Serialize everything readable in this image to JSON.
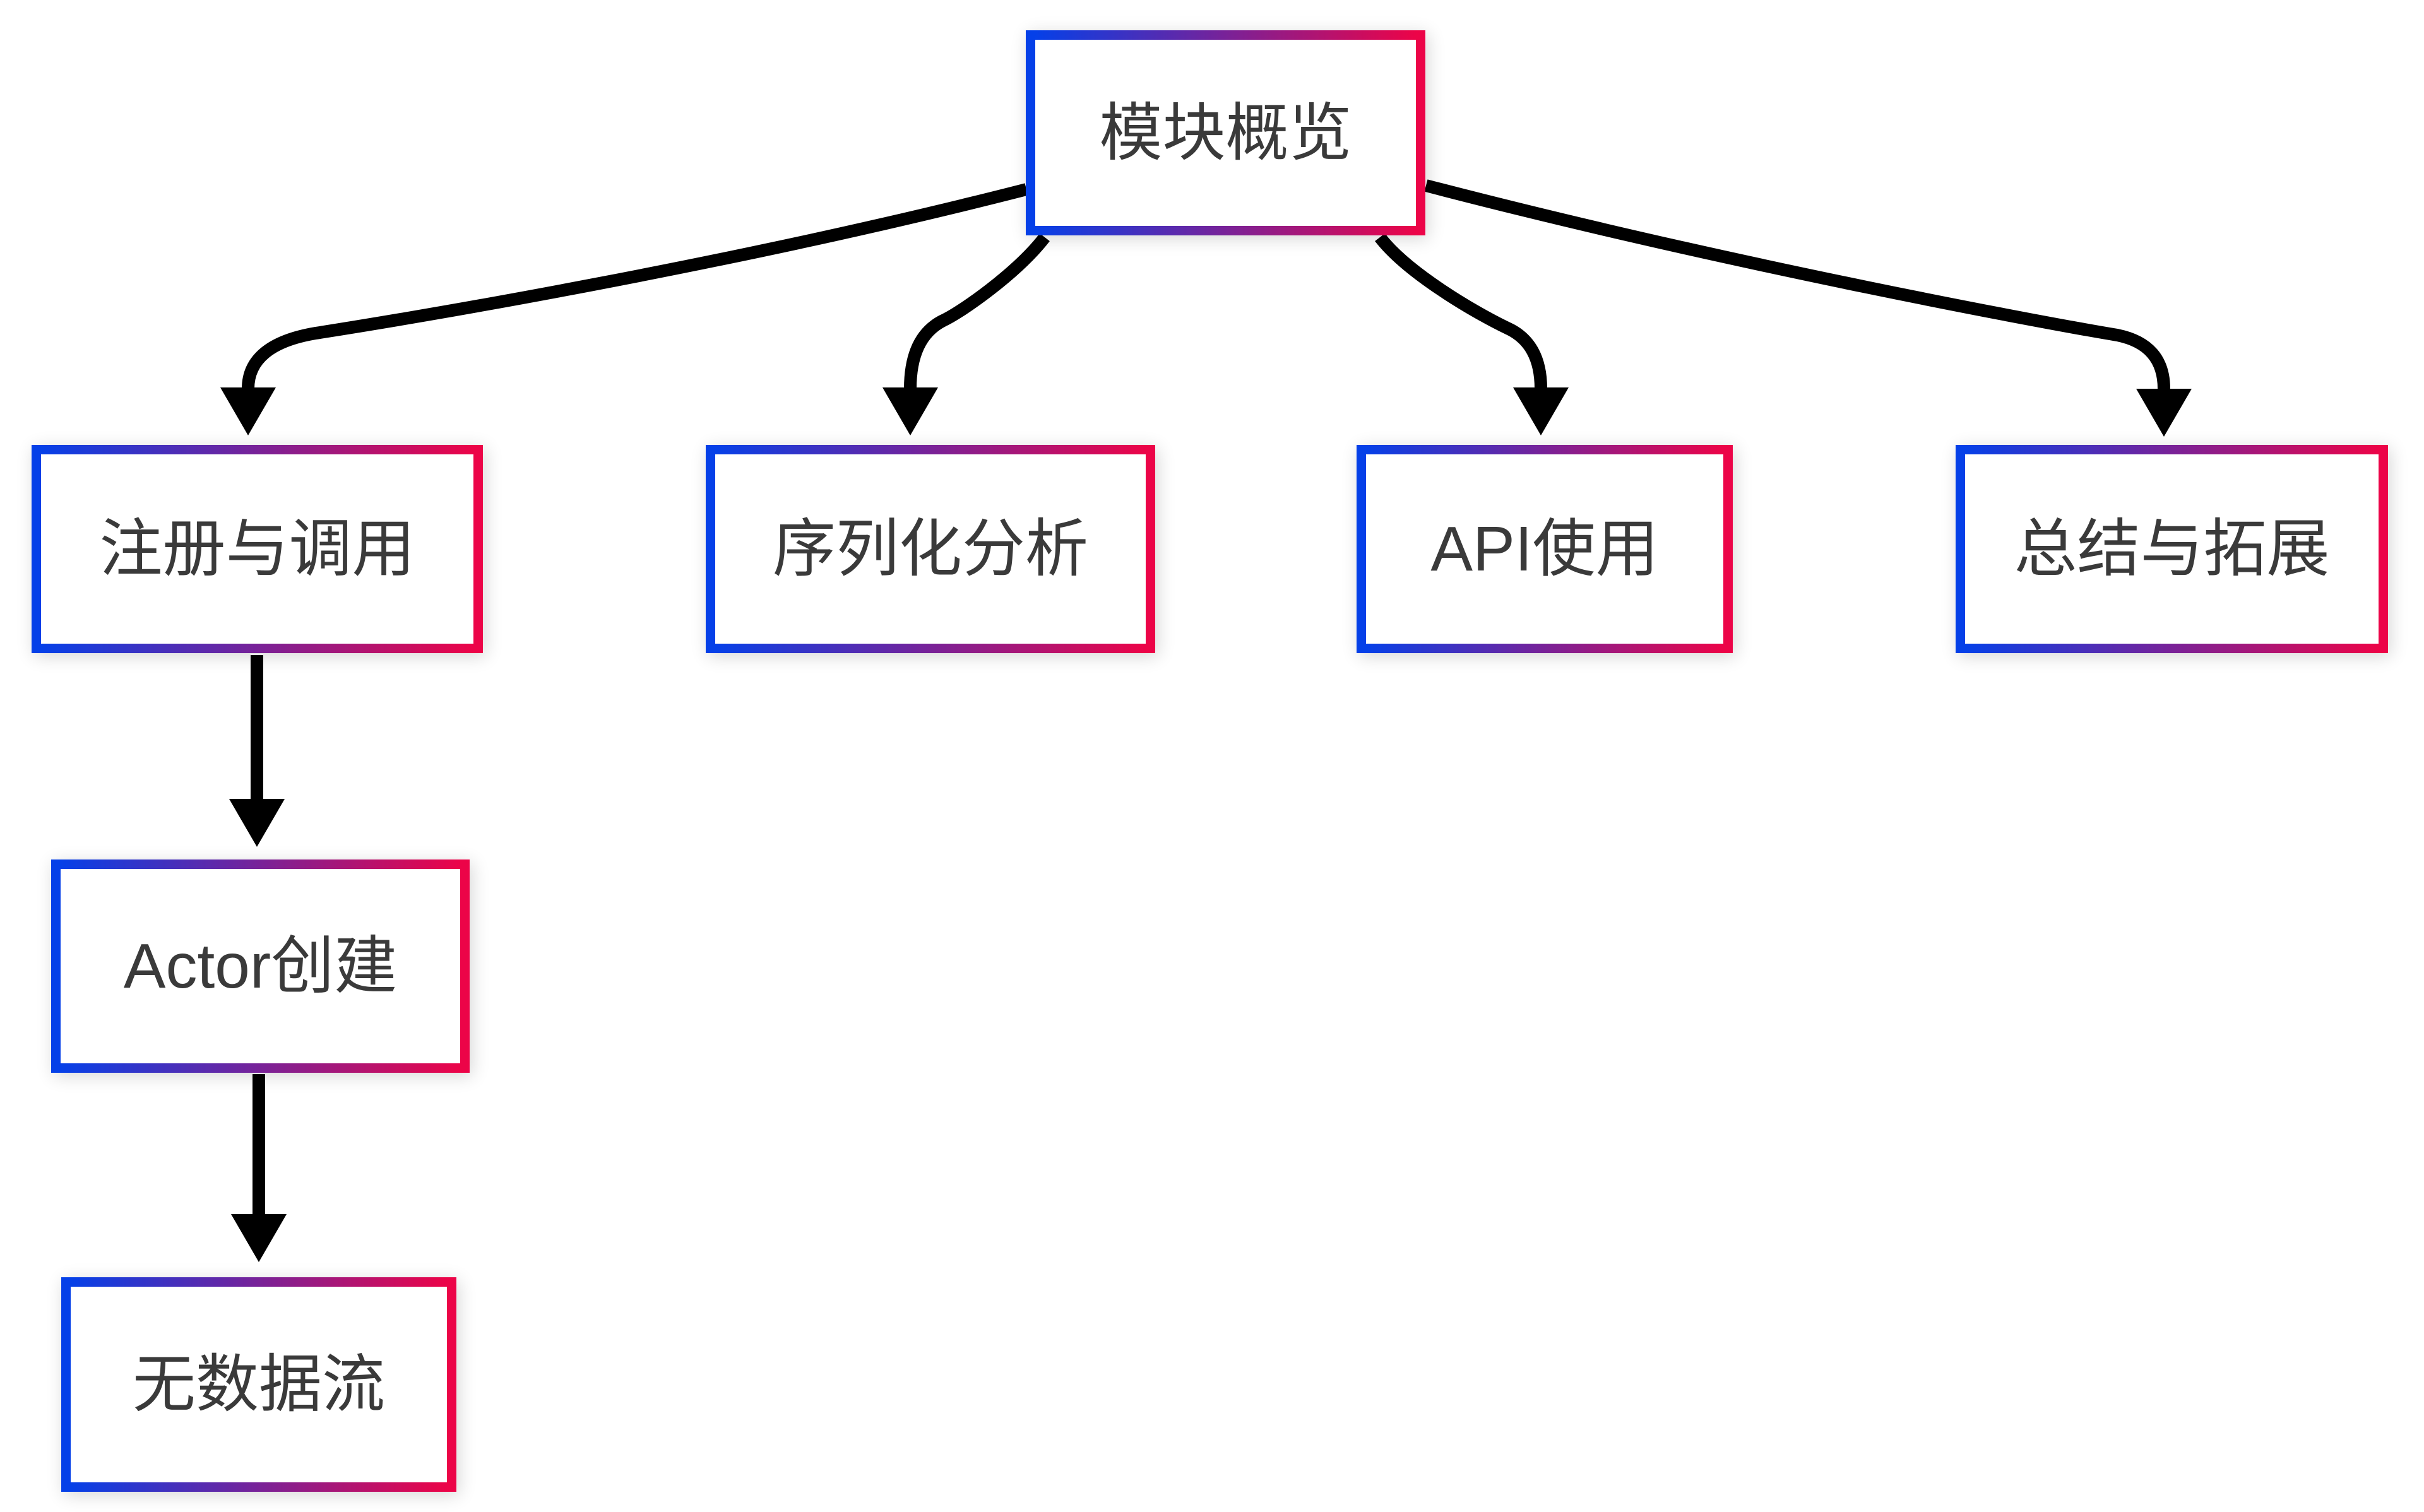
{
  "diagram": {
    "type": "flowchart",
    "nodes": {
      "overview": {
        "id": "overview",
        "label": "模块概览"
      },
      "register": {
        "id": "register",
        "label": "注册与调用"
      },
      "serialize": {
        "id": "serialize",
        "label": "序列化分析"
      },
      "api": {
        "id": "api",
        "label": "API使用"
      },
      "summary": {
        "id": "summary",
        "label": "总结与拓展"
      },
      "actor": {
        "id": "actor",
        "label": "Actor创建"
      },
      "nodata": {
        "id": "nodata",
        "label": "无数据流"
      }
    },
    "edges": [
      {
        "from": "overview",
        "to": "register"
      },
      {
        "from": "overview",
        "to": "serialize"
      },
      {
        "from": "overview",
        "to": "api"
      },
      {
        "from": "overview",
        "to": "summary"
      },
      {
        "from": "register",
        "to": "actor"
      },
      {
        "from": "actor",
        "to": "nodata"
      }
    ],
    "colors": {
      "border_gradient_start": "#0540e8",
      "border_gradient_end": "#ec0448",
      "node_background": "#ffffff",
      "text": "#3a3a3a",
      "arrow": "#000000",
      "page_background": "#ffffff"
    }
  }
}
